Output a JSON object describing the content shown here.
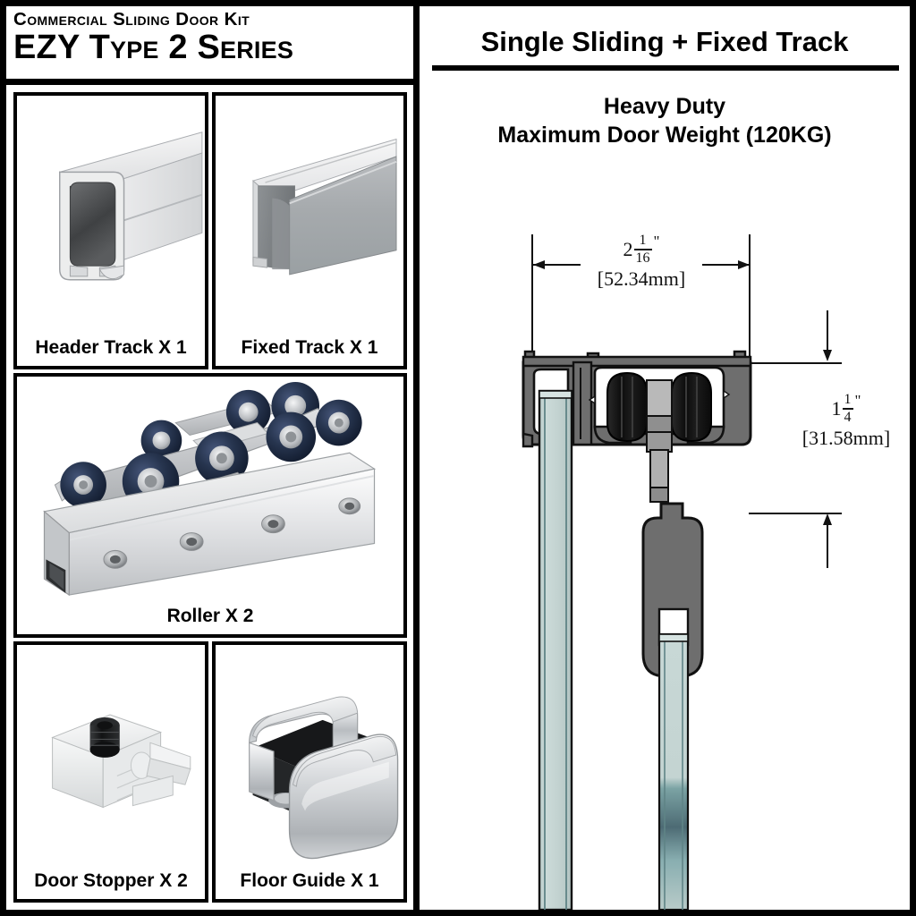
{
  "sheet": {
    "left_panel": {
      "kit_line": "Commercial Sliding Door Kit",
      "series_line": "EZY Type 2 Series",
      "parts": [
        {
          "id": "header-track",
          "label": "Header Track X 1",
          "qty": 1
        },
        {
          "id": "fixed-track",
          "label": "Fixed Track X 1",
          "qty": 1
        },
        {
          "id": "roller",
          "label": "Roller X 2",
          "qty": 2
        },
        {
          "id": "door-stopper",
          "label": "Door Stopper X 2",
          "qty": 2
        },
        {
          "id": "floor-guide",
          "label": "Floor Guide X 1",
          "qty": 1
        }
      ]
    },
    "right_panel": {
      "title": "Single Sliding + Fixed Track",
      "subtitle_line1": "Heavy Duty",
      "subtitle_line2": "Maximum Door Weight (120KG)",
      "dimensions": {
        "width": {
          "whole": "2",
          "numerator": "1",
          "denominator": "16",
          "unit_mark": "\"",
          "metric": "[52.34mm]"
        },
        "height": {
          "whole": "1",
          "numerator": "1",
          "denominator": "4",
          "unit_mark": "\"",
          "metric": "[31.58mm]"
        }
      }
    }
  },
  "colors": {
    "ink": "#000000",
    "paper": "#ffffff",
    "track_body": "#6e6e6e",
    "track_shade": "#555555",
    "roller_black": "#161616",
    "glass": "#c5d6d4",
    "glass_edge": "#7fa5a3",
    "aluminium_light": "#f2f3f4",
    "aluminium_dark": "#a9acb0",
    "roller_wheel": "#1d2a3d"
  }
}
